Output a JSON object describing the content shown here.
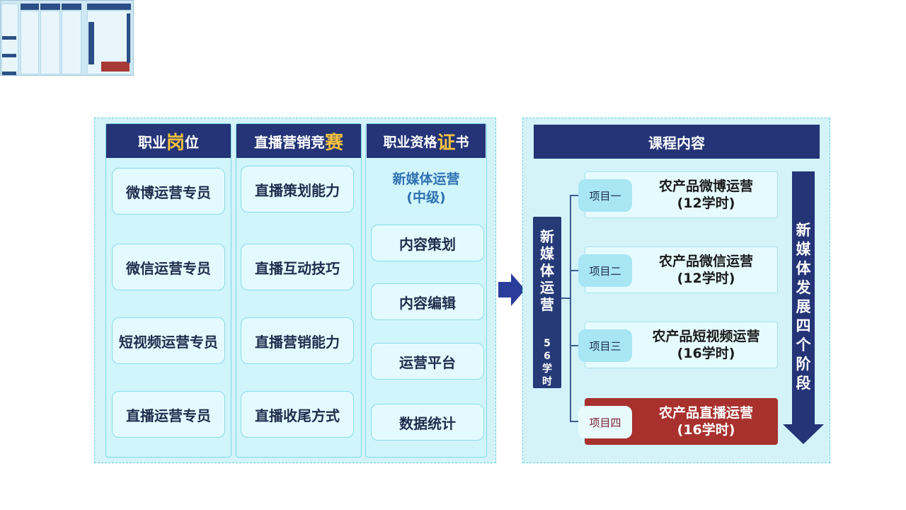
{
  "jobs": {
    "heading_pre": "职业",
    "heading_hl": "岗",
    "heading_post": "位",
    "items": [
      "微博运营专员",
      "微信运营专员",
      "短视频运营专员",
      "直播运营专员"
    ]
  },
  "contest": {
    "heading_pre": "直播营销竞",
    "heading_hl": "赛",
    "items": [
      "直播策划能力",
      "直播互动技巧",
      "直播营销能力",
      "直播收尾方式"
    ]
  },
  "cert": {
    "heading_pre": "职业资格",
    "heading_hl": "证",
    "heading_post": "书",
    "title_line1": "新媒体运营",
    "title_line2": "(中级)",
    "items": [
      "内容策划",
      "内容编辑",
      "运营平台",
      "数据统计"
    ]
  },
  "course": {
    "heading": "课程内容",
    "core_label": "新媒体运营",
    "core_hours": "56学时",
    "projects": [
      {
        "tag": "项目一",
        "name": "农产品微博运营",
        "hours": "(12学时)",
        "active": false
      },
      {
        "tag": "项目二",
        "name": "农产品微信运营",
        "hours": "(12学时)",
        "active": false
      },
      {
        "tag": "项目三",
        "name": "农产品短视频运营",
        "hours": "(16学时)",
        "active": false
      },
      {
        "tag": "项目四",
        "name": "农产品直播运营",
        "hours": "(16学时)",
        "active": true
      }
    ],
    "stage_label": "新媒体发展四个阶段"
  },
  "colors": {
    "header_navy": "#243477",
    "highlight_gold": "#f6c23e",
    "panel_cyan": "#d3f3f9",
    "active_red": "#a8312e",
    "arrow_blue": "#2a3d9a"
  }
}
